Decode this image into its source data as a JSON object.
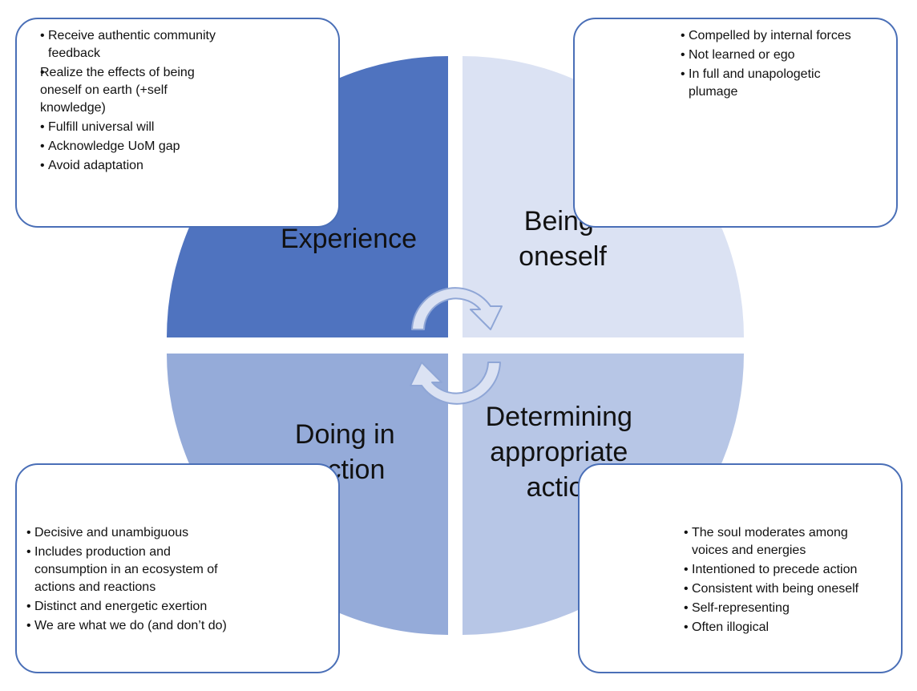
{
  "quadrants": {
    "experience": {
      "title_lines": [
        "Experience"
      ],
      "color": "#4f73bf"
    },
    "being_oneself": {
      "title_lines": [
        "Being",
        "oneself"
      ],
      "color": "#dbe2f3"
    },
    "doing_in_action": {
      "title_lines": [
        "Doing in",
        "action"
      ],
      "color": "#95abd9"
    },
    "determining_action": {
      "title_lines": [
        "Determining",
        "appropriate",
        "action"
      ],
      "color": "#b7c6e6"
    }
  },
  "boxes": {
    "experience": [
      "Receive authentic community feedback",
      "Realize the effects of being oneself on earth (+self knowledge)",
      "Fulfill universal will",
      "Acknowledge UoM gap",
      "Avoid adaptation"
    ],
    "being_oneself": [
      "Compelled by internal forces",
      "Not learned or ego",
      "In full and unapologetic plumage"
    ],
    "doing_in_action": [
      "Decisive and unambiguous",
      "Includes production and consumption in an ecosystem of actions and reactions",
      "Distinct and energetic exertion",
      "We are what we do (and don’t do)"
    ],
    "determining_action": [
      "The soul moderates among voices and energies",
      "Intentioned to precede action",
      "Consistent with being oneself",
      "Self-representing",
      "Often illogical"
    ]
  },
  "colors": {
    "border": "#4a6fb7",
    "arrow_fill": "#dbe2f3",
    "arrow_stroke": "#8fa6d6"
  }
}
